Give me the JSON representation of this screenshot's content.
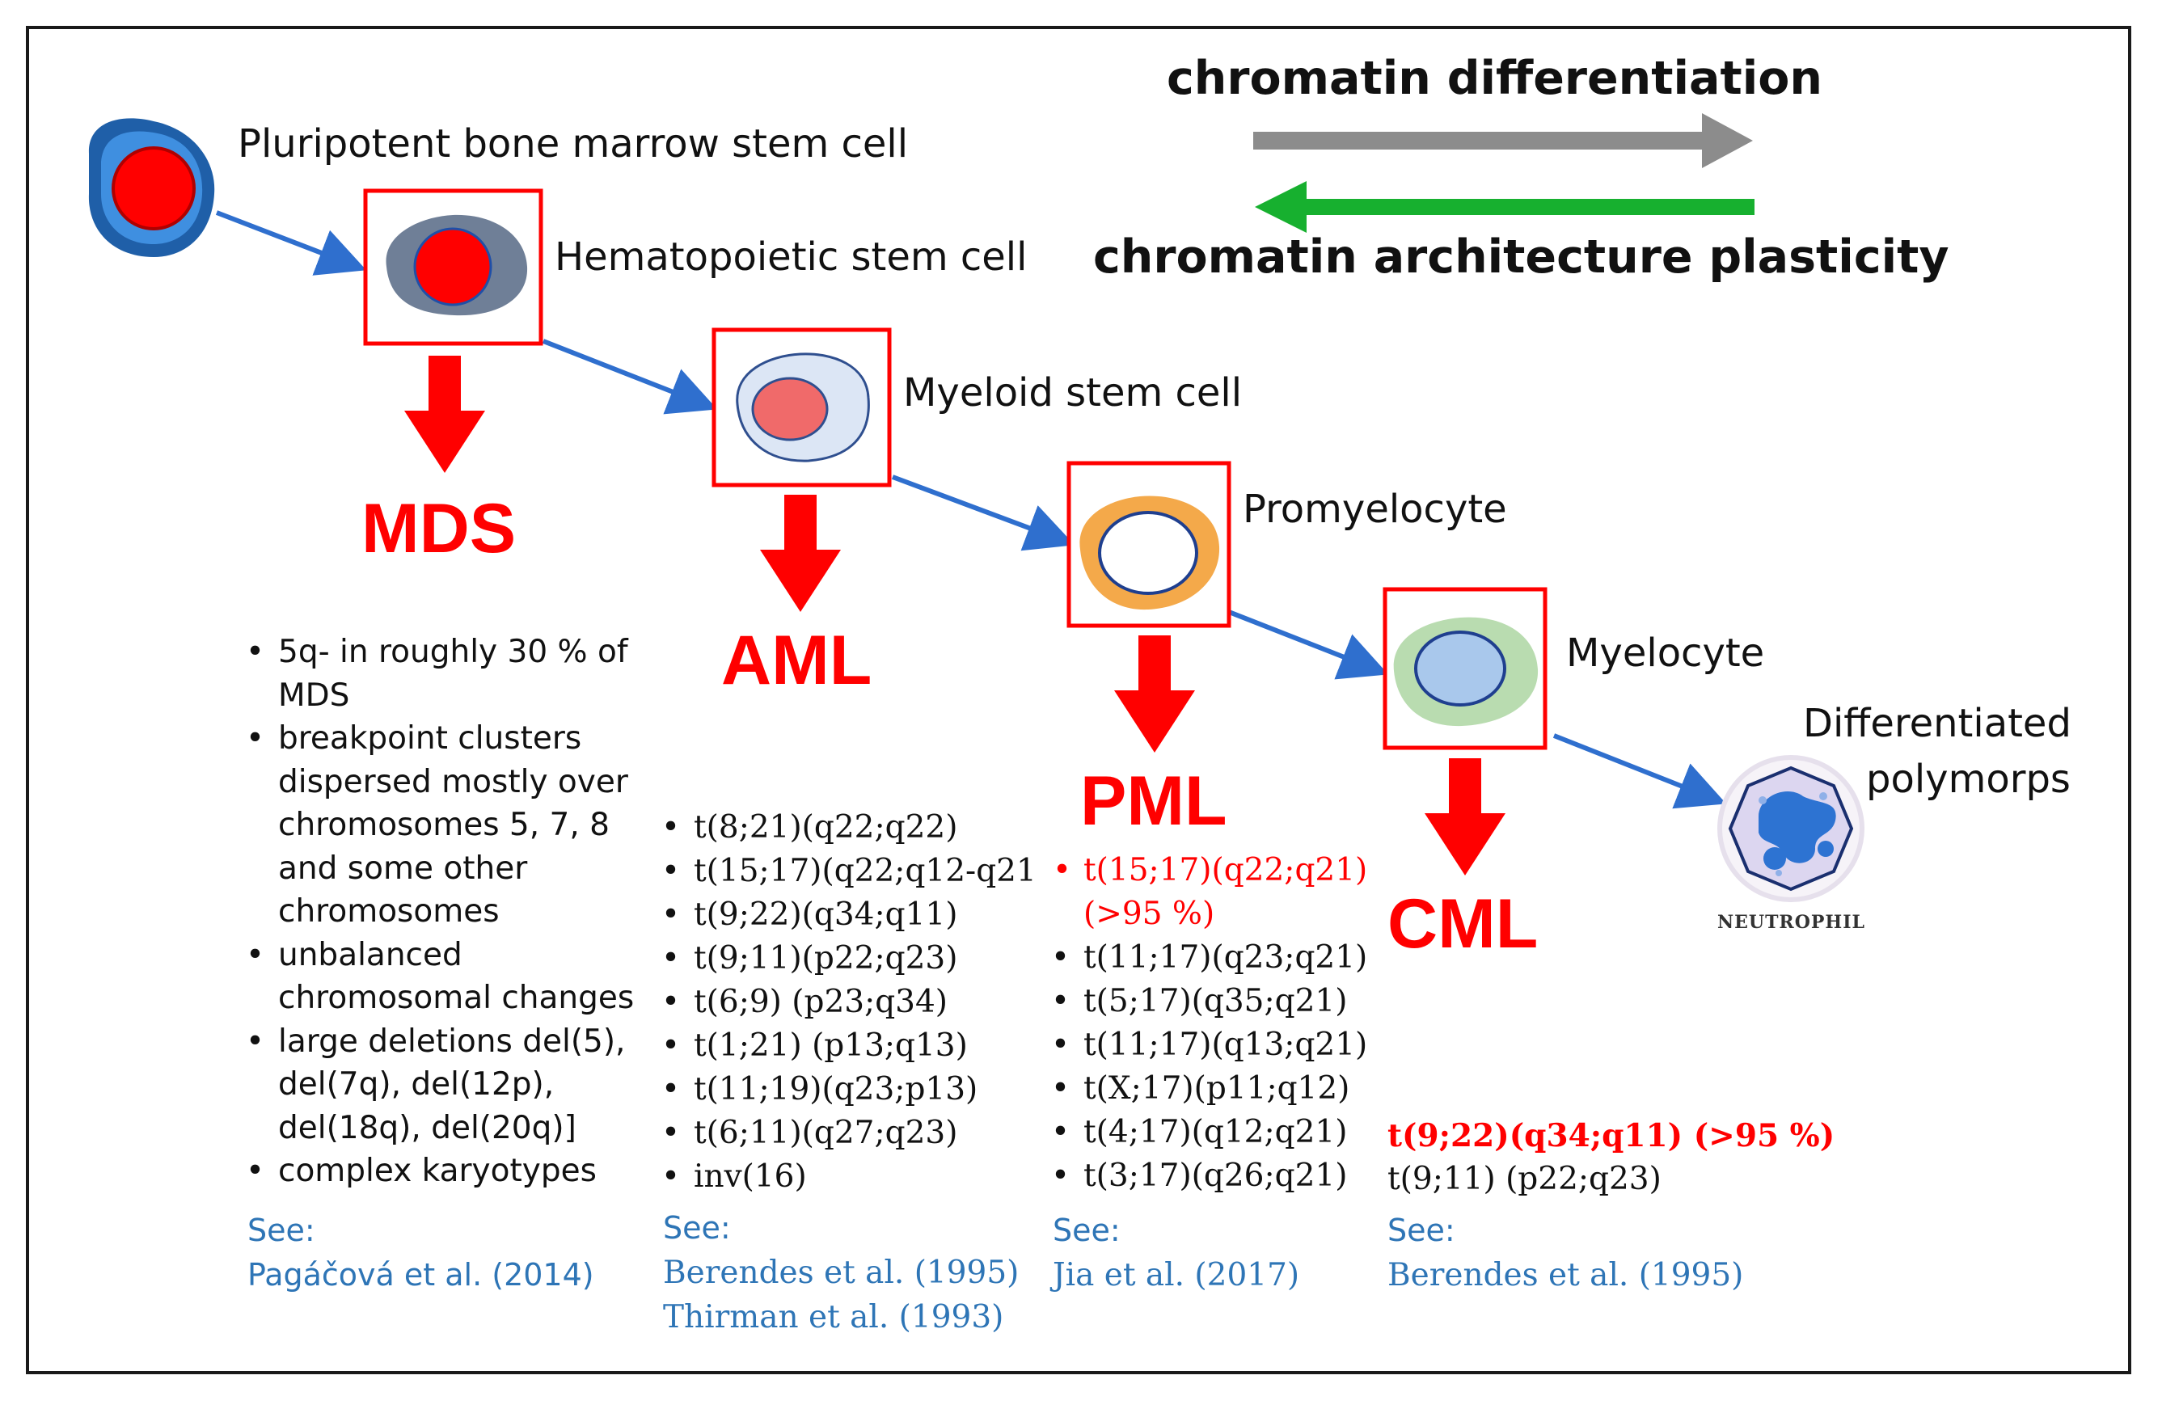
{
  "legend": {
    "top": "chromatin differentiation",
    "bottom": "chromatin architecture plasticity",
    "colors": {
      "differentiation_arrow": "#8c8c8c",
      "plasticity_arrow": "#17b02f"
    }
  },
  "cells": {
    "pluripotent": "Pluripotent bone marrow stem cell",
    "hematopoietic": "Hematopoietic stem cell",
    "myeloid": "Myeloid stem cell",
    "promyelocyte": "Promyelocyte",
    "myelocyte": "Myelocyte",
    "differentiated_line1": "Differentiated",
    "differentiated_line2": "polymorps",
    "neutrophil_caption": "NEUTROPHIL"
  },
  "diseases": {
    "mds": {
      "name": "MDS",
      "items": [
        [
          "5q- in roughly 30 % of",
          "MDS"
        ],
        [
          "breakpoint clusters",
          "dispersed mostly over",
          "chromosomes 5, 7, 8",
          "and some other",
          "chromosomes"
        ],
        [
          "unbalanced",
          "chromosomal changes"
        ],
        [
          "large deletions del(5),",
          "del(7q), del(12p),",
          "del(18q), del(20q)]"
        ],
        [
          "complex karyotypes"
        ]
      ],
      "see": "See:",
      "refs": [
        "Pagáčová et al. (2014)"
      ]
    },
    "aml": {
      "name": "AML",
      "items": [
        "t(8;21)(q22;q22)",
        "t(15;17)(q22;q12-q21",
        "t(9;22)(q34;q11)",
        "t(9;11)(p22;q23)",
        "t(6;9) (p23;q34)",
        "t(1;21) (p13;q13)",
        "t(11;19)(q23;p13)",
        "t(6;11)(q27;q23)",
        "inv(16)"
      ],
      "see": "See:",
      "refs": [
        "Berendes et al. (1995)",
        "Thirman et al. (1993)"
      ]
    },
    "pml": {
      "name": "PML",
      "highlight": [
        "t(15;17)(q22;q21)",
        "(>95 %)"
      ],
      "items": [
        "t(11;17)(q23;q21)",
        "t(5;17)(q35;q21)",
        "t(11;17)(q13;q21)",
        "t(X;17)(p11;q12)",
        "t(4;17)(q12;q21)",
        "t(3;17)(q26;q21)"
      ],
      "see": "See:",
      "refs": [
        "Jia et al. (2017)"
      ]
    },
    "cml": {
      "name": "CML",
      "highlight": "t(9;22)(q34;q11) (>95 %)",
      "items": [
        "t(9;11) (p22;q23)"
      ],
      "see": "See:",
      "refs": [
        "Berendes et al. (1995)"
      ]
    }
  },
  "colors": {
    "disease_red": "#ff0000",
    "flow_arrow_blue": "#2f6fce",
    "reference_blue": "#2e75b6"
  }
}
